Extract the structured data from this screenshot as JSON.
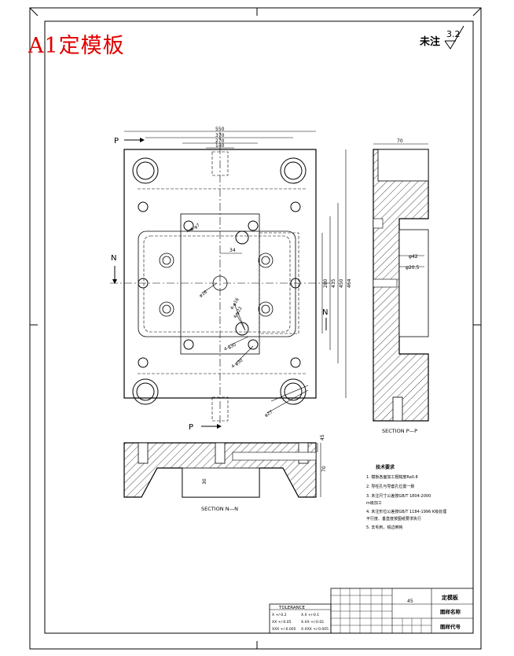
{
  "title": "A1定模板",
  "roughness": {
    "label": "未注",
    "value": "3.2"
  },
  "dimensions": {
    "plan_top": [
      "550",
      "370",
      "270",
      "140"
    ],
    "plan_right": [
      "280",
      "435",
      "450",
      "464"
    ],
    "plan_small": "34",
    "side_top": "70",
    "side_bore_1": "φ42",
    "side_bore_2": "φ20.5",
    "section_right": [
      "45",
      "70"
    ],
    "section_left": "30"
  },
  "callouts": [
    "φ18",
    "4-φ7",
    "4-φ16",
    "4-φ22",
    "4-φ30",
    "4-φ30",
    "φ27"
  ],
  "section_labels": {
    "p_top": "P",
    "p_bottom": "P",
    "n_left": "N",
    "n_right": "N",
    "section_pp": "SECTION  P—P",
    "section_nn": "SECTION  N—N"
  },
  "notes": {
    "heading": "技术要求",
    "items": [
      "1. 模板各面加工粗糙度Ra0.8",
      "2. 导柱孔与导套孔位置一致",
      "3. 未注尺寸公差按GB/T 1804-2000",
      "   m级加工",
      "4. 未注形位公差按GB/T 1184-1996  K级处理",
      "   平行度、垂直度按图纸要求执行",
      "5. 去毛刺，锐边倒钝"
    ]
  },
  "tolerance": {
    "header": "TOLERANCE",
    "rows": [
      "X   +/-0.2",
      "X.X   +/-0.1",
      "XX   +/-0.05",
      "X.XX   +/-0.02",
      "XXX   +/-0.005",
      "X.XXX  +/-0.005"
    ]
  },
  "title_block": {
    "scale": "45",
    "part_name": "定模板",
    "drawing_name": "图样名称",
    "drawing_code": "图样代号"
  }
}
